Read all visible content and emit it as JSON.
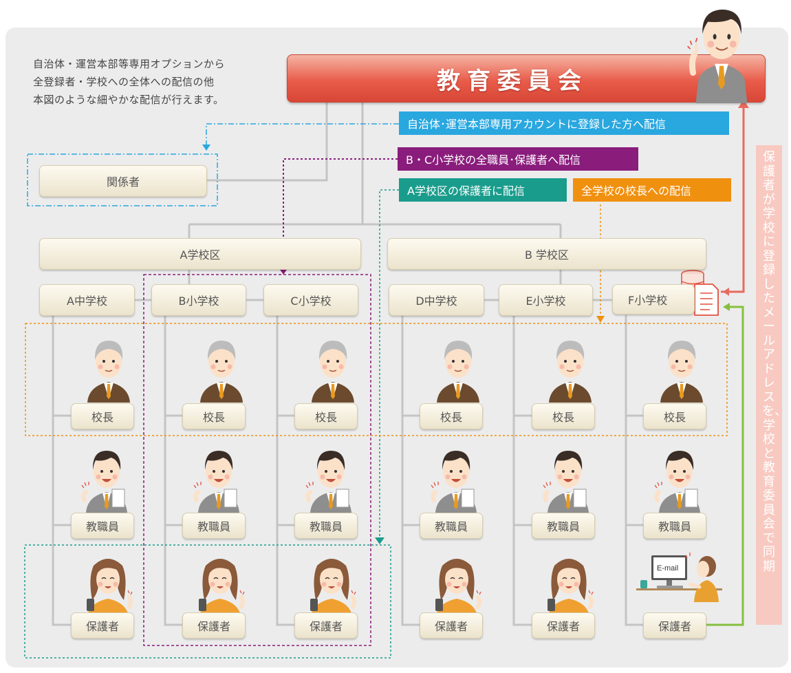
{
  "intro": {
    "lines": [
      "自治体・運営本部等専用オプションから",
      "全登録者・学校への全体への配信の他",
      "本図のような細やかな配信が行えます。"
    ]
  },
  "board_title": "教育委員会",
  "kankeisha": "関係者",
  "tags": {
    "municipal": "自治体･運営本部専用アカウントに登録した方へ配信",
    "bc_school": "B・C小学校の全職員･保護者へ配信",
    "a_district": "A学校区の保護者に配信",
    "principals": "全学校の校長への配信"
  },
  "side_note": "保護者が学校に登録したメールアドレスを、学校と教育委員会で同期",
  "districts": [
    "A学校区",
    "B 学校区"
  ],
  "schools": [
    "A中学校",
    "B小学校",
    "C小学校",
    "D中学校",
    "E小学校",
    "F小学校"
  ],
  "roles": {
    "principal": "校長",
    "staff": "教職員",
    "guardian": "保護者"
  },
  "pc_screen_text": "E-mail",
  "colors": {
    "board": "#e2503f",
    "municipal": "#29a7df",
    "bc_school": "#8a1c7c",
    "a_district": "#1a9c8c",
    "principals": "#f0900f",
    "sync_red": "#e86a5c",
    "sync_green": "#86c03e"
  }
}
